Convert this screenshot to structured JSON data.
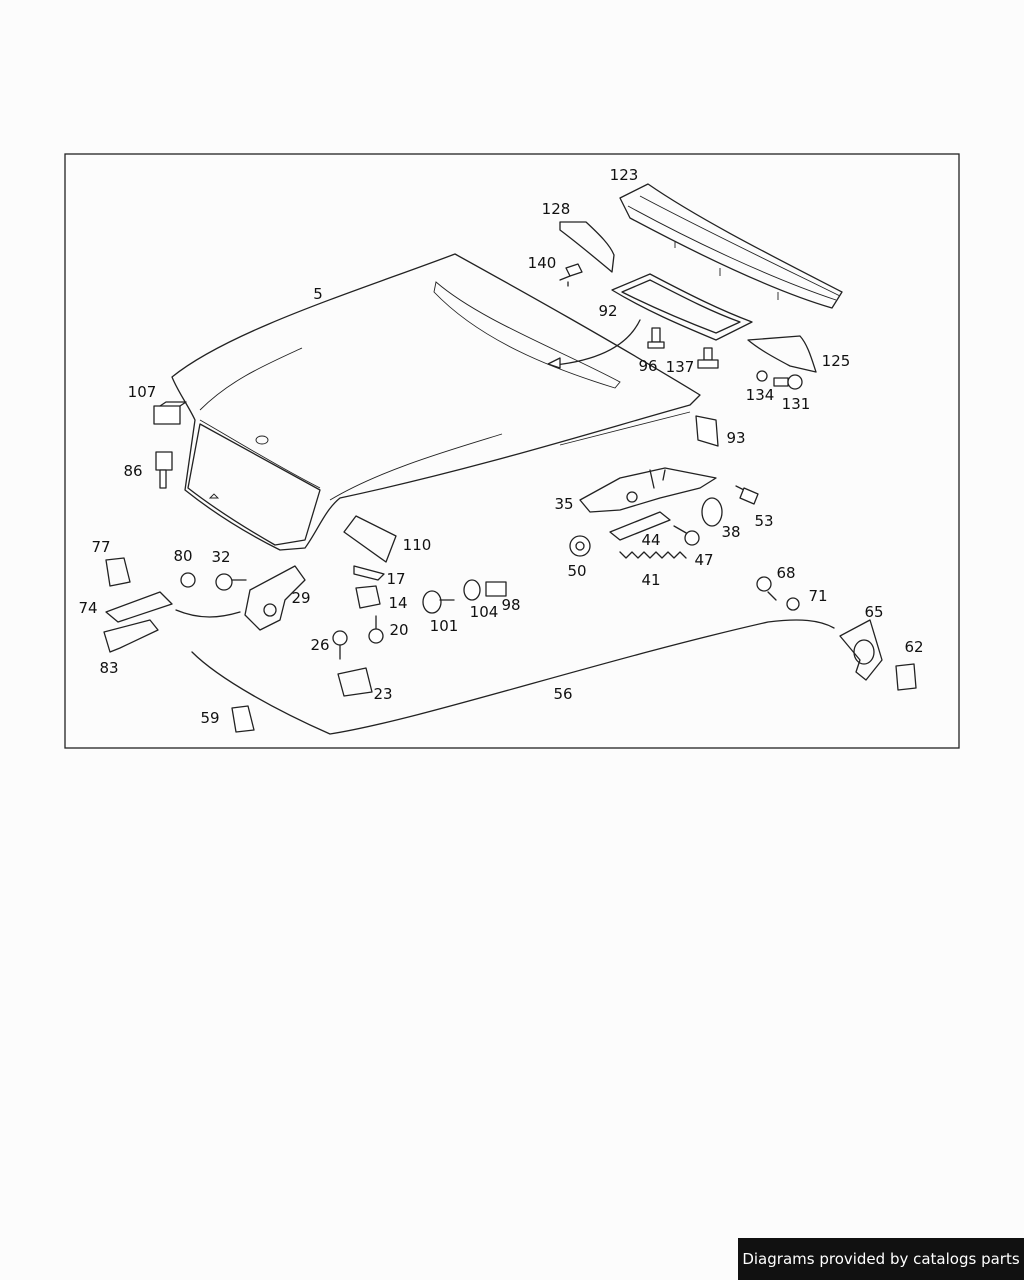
{
  "diagram": {
    "callouts": [
      "5",
      "107",
      "86",
      "123",
      "128",
      "140",
      "92",
      "96",
      "137",
      "125",
      "134",
      "131",
      "93",
      "35",
      "53",
      "38",
      "44",
      "47",
      "50",
      "41",
      "110",
      "77",
      "80",
      "32",
      "29",
      "74",
      "17",
      "14",
      "20",
      "101",
      "104",
      "98",
      "83",
      "26",
      "23",
      "68",
      "71",
      "65",
      "62",
      "56",
      "59"
    ]
  },
  "footer": {
    "credit": "Diagrams provided by catalogs parts"
  }
}
